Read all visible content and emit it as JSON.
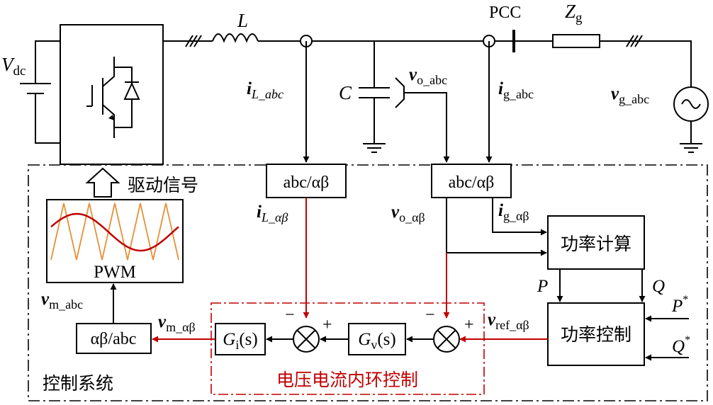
{
  "labels": {
    "vdc": "V",
    "vdc_sub": "dc",
    "inductor": "L",
    "capacitor": "C",
    "pcc": "PCC",
    "zg": "Z",
    "zg_sub": "g",
    "il_abc": "i",
    "il_abc_sub": "L_abc",
    "vo_abc": "v",
    "vo_abc_sub": "o_abc",
    "ig_abc": "i",
    "ig_abc_sub": "g_abc",
    "vg_abc": "v",
    "vg_abc_sub": "g_abc",
    "drive_signal": "驱动信号",
    "abc_ab_1": "abc/αβ",
    "abc_ab_2": "abc/αβ",
    "il_ab": "i",
    "il_ab_sub": "L_αβ",
    "vo_ab": "v",
    "vo_ab_sub": "o_αβ",
    "ig_ab": "i",
    "ig_ab_sub": "g_αβ",
    "power_calc": "功率计算",
    "pwm": "PWM",
    "vm_abc": "v",
    "vm_abc_sub": "m_abc",
    "ab_abc": "αβ/abc",
    "vm_ab": "v",
    "vm_ab_sub": "m_αβ",
    "gi": "G",
    "gi_sub": "i",
    "gi_arg": "(s)",
    "gv": "G",
    "gv_sub": "v",
    "gv_arg": "(s)",
    "vref_ab": "v",
    "vref_ab_sub": "ref_αβ",
    "p": "P",
    "q": "Q",
    "p_star": "P",
    "q_star": "Q",
    "star": "*",
    "power_ctrl": "功率控制",
    "control_system": "控制系统",
    "inner_loop": "电压电流内环控制",
    "minus": "−",
    "plus": "+"
  },
  "colors": {
    "line": "#000000",
    "red": "#c00000",
    "pwm_carrier": "#e69138",
    "pwm_sine": "#c00000"
  }
}
